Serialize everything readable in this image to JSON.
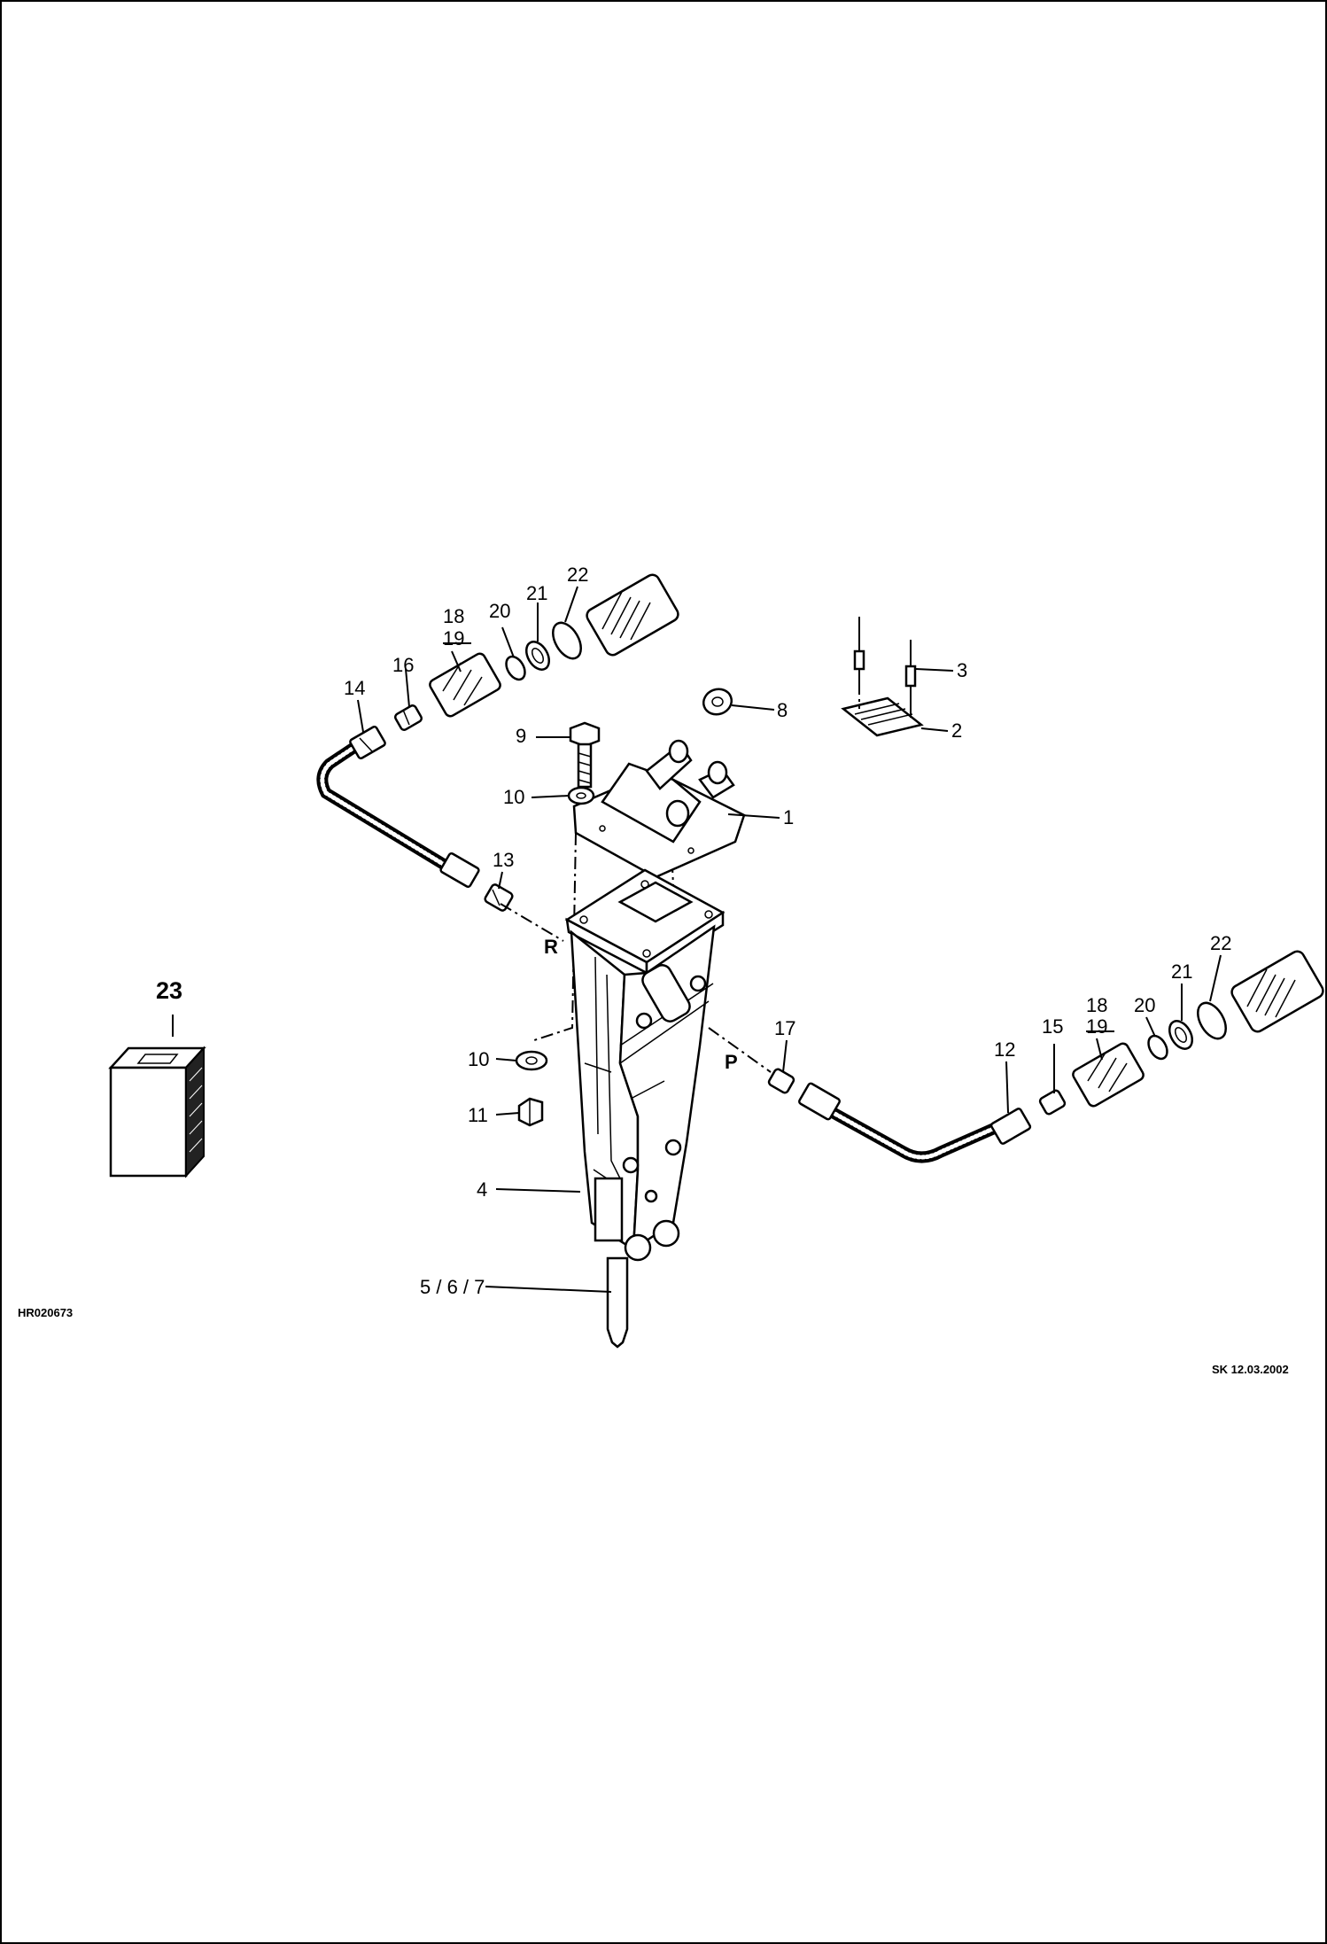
{
  "labels": {
    "p1": "1",
    "p2": "2",
    "p3": "3",
    "p4": "4",
    "p567": "5 / 6 / 7",
    "p8": "8",
    "p9": "9",
    "p10a": "10",
    "p10b": "10",
    "p11": "11",
    "p12": "12",
    "p13": "13",
    "p14": "14",
    "p15": "15",
    "p16": "16",
    "p17": "17",
    "p18a": "18",
    "p19a": "19",
    "p18b": "18",
    "p19b": "19",
    "p20a": "20",
    "p20b": "20",
    "p21a": "21",
    "p21b": "21",
    "p22a": "22",
    "p22b": "22",
    "p23": "23",
    "port_r": "R",
    "port_p": "P"
  },
  "drawing_id": "HR020673",
  "stamp": "SK 12.03.2002"
}
